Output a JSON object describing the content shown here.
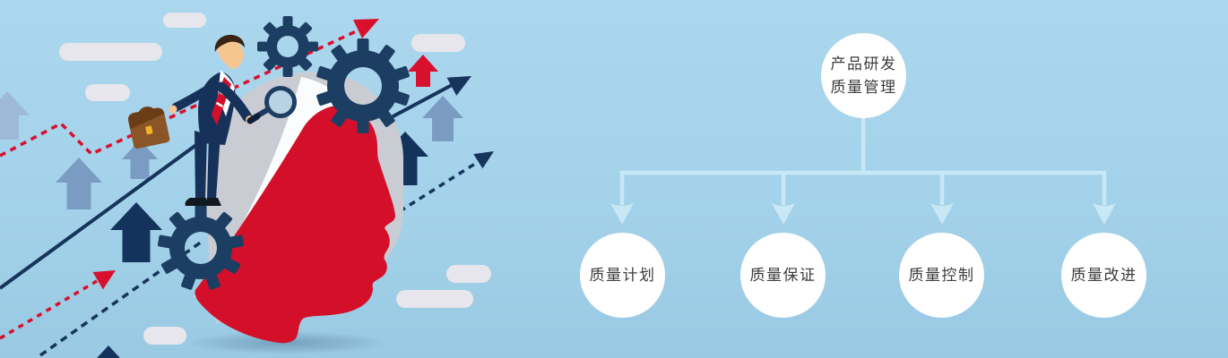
{
  "diagram": {
    "root": {
      "line1": "产品研发",
      "line2": "质量管理"
    },
    "children": [
      {
        "label": "质量计划"
      },
      {
        "label": "质量保证"
      },
      {
        "label": "质量控制"
      },
      {
        "label": "质量改进"
      }
    ],
    "connector_color": "#c9e8f6",
    "node_background": "#ffffff",
    "node_text_color": "#3d3d3d"
  },
  "illustration": {
    "elements": [
      "businessman-icon",
      "briefcase-icon",
      "magnifier-icon",
      "gear-icons",
      "head-profile-silhouette",
      "up-arrow-icons",
      "trend-line-arrows",
      "cloud-shapes"
    ],
    "colors": {
      "red": "#d8102e",
      "navy": "#16345c",
      "gear_navy": "#1d3e63",
      "steel_blue": "#7b9cc2",
      "cloud_gray": "#e7e6ec",
      "head_gray": "#c9ccd3",
      "peel_white": "#fbfcfd",
      "skin": "#f6c690",
      "briefcase_brown": "#8a5527"
    }
  },
  "background": {
    "top": "#abd7ee",
    "bottom": "#9ac9e3"
  }
}
